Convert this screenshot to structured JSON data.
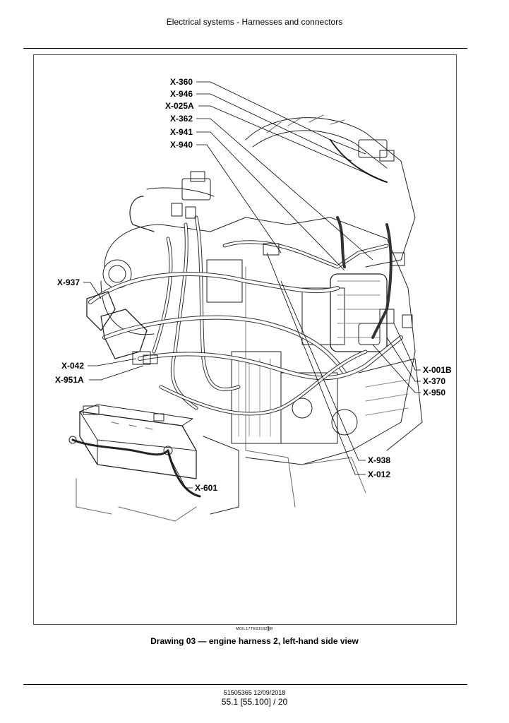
{
  "header": {
    "title": "Electrical systems - Harnesses and connectors"
  },
  "callouts": {
    "x360": "X-360",
    "x946": "X-946",
    "x025a": "X-025A",
    "x362": "X-362",
    "x941": "X-941",
    "x940": "X-940",
    "x937": "X-937",
    "x042": "X-042",
    "x951a": "X-951A",
    "x001b": "X-001B",
    "x370": "X-370",
    "x950": "X-950",
    "x938": "X-938",
    "x012": "X-012",
    "x601": "X-601"
  },
  "figure": {
    "code": "MOIL17TR01592HB",
    "number": "1",
    "caption": "Drawing 03 — engine harness 2, left-hand side view"
  },
  "footer": {
    "doc_ref": "51505365 12/09/2018",
    "page": "55.1 [55.100] / 20"
  }
}
